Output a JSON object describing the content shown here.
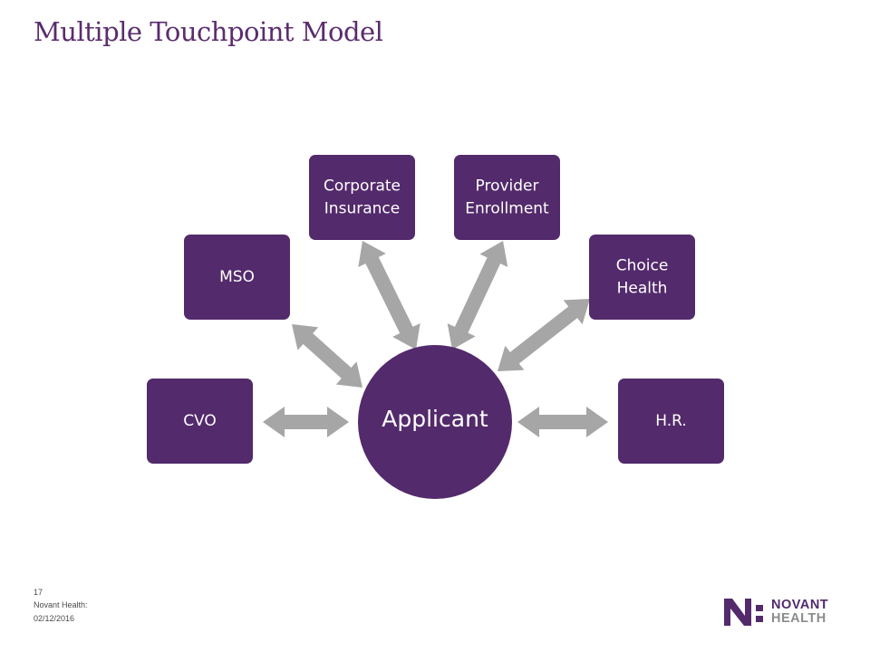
{
  "title": "Multiple Touchpoint Model",
  "colors": {
    "node": "#532a6b",
    "arrow": "#a6a6a6",
    "title": "#5a2d6e"
  },
  "diagram": {
    "hub": {
      "id": "applicant",
      "lines": [
        "Applicant"
      ]
    },
    "nodes": [
      {
        "id": "cvo",
        "lines": [
          "CVO"
        ]
      },
      {
        "id": "mso",
        "lines": [
          "MSO"
        ]
      },
      {
        "id": "corporate-insurance",
        "lines": [
          "Corporate",
          "Insurance"
        ]
      },
      {
        "id": "provider-enrollment",
        "lines": [
          "Provider",
          "Enrollment"
        ]
      },
      {
        "id": "choice-health",
        "lines": [
          "Choice",
          "Health"
        ]
      },
      {
        "id": "hr",
        "lines": [
          "H.R."
        ]
      }
    ]
  },
  "footer": {
    "page": "17",
    "org": "Novant Health:",
    "date": "02/12/2016"
  },
  "logo": {
    "mark": "N",
    "line1": "NOVANT",
    "line2": "HEALTH"
  }
}
